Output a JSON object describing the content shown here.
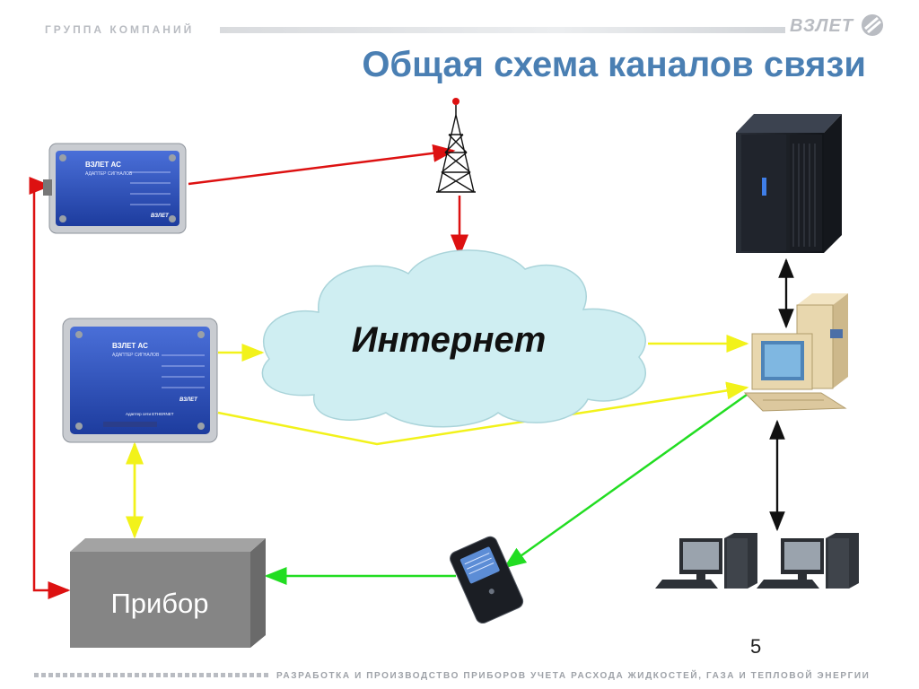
{
  "header": {
    "group_label": "ГРУППА КОМПАНИЙ",
    "brand": "ВЗЛЕТ"
  },
  "title": "Общая схема каналов связи",
  "diagram": {
    "cloud_label": "Интернет",
    "device_box_label": "Прибор",
    "adapter_gsm": {
      "name_line1": "ВЗЛЕТ АС",
      "name_line2": "АДАПТЕР СИГНАЛОВ",
      "logo": "ВЗЛЕТ"
    },
    "adapter_ethernet": {
      "name_line1": "ВЗЛЕТ АС",
      "name_line2": "АДАПТЕР СИГНАЛОВ",
      "model": "Адаптер сети ETHERNET",
      "logo": "ВЗЛЕТ"
    },
    "colors": {
      "gsm_link": "#dd1111",
      "ethernet_link": "#f2f21a",
      "wireless_link": "#22dd22",
      "lan_link": "#111111",
      "cloud_fill": "#cfeef2",
      "box_fill": "#858585"
    },
    "icons": [
      "radio-tower-icon",
      "server-tower-icon",
      "desktop-pc-icon",
      "workstation-icon",
      "handheld-reader-icon"
    ]
  },
  "page_number": "5",
  "footer": {
    "tagline": "РАЗРАБОТКА И ПРОИЗВОДСТВО ПРИБОРОВ УЧЕТА РАСХОДА ЖИДКОСТЕЙ, ГАЗА И ТЕПЛОВОЙ ЭНЕРГИИ"
  }
}
